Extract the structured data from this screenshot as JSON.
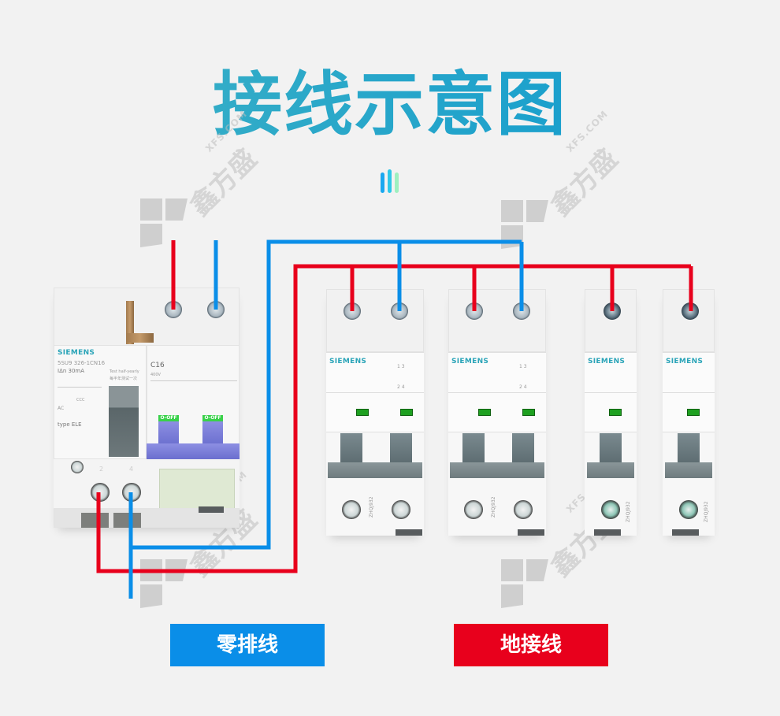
{
  "title": "接线示意图",
  "title_colors": {
    "start": "#40b3c4",
    "end": "#0d99d0"
  },
  "decor_bars": [
    {
      "color": "#1aa8f0"
    },
    {
      "color": "#2ec8e8"
    },
    {
      "color": "#9ef0c0"
    }
  ],
  "watermark": {
    "brand_text": "鑫方盛",
    "domain_text": "XFS.COM"
  },
  "wire_colors": {
    "neutral": "#0a8ee8",
    "earth": "#e8001c"
  },
  "breakers": [
    {
      "id": "rcbo-main",
      "brand": "SIEMENS",
      "model": "5SU9 326-1CN16",
      "sensitivity": "IΔn 30mA",
      "rating": "C16",
      "voltage": "400V",
      "test_note": "Test half-yearly",
      "test_note_cn": "每半年测试一次",
      "type_label": "type ELE",
      "ac_label": "AC",
      "cert_label": "CCC",
      "off_label": "O-OFF",
      "terminal_numbers": [
        "2",
        "4"
      ]
    },
    {
      "id": "mcb-2p-1",
      "brand": "SIEMENS",
      "pole_numbers_top": "1 3",
      "pole_numbers_bottom": "2 4",
      "side_code": "ZHQJ932"
    },
    {
      "id": "mcb-2p-2",
      "brand": "SIEMENS",
      "pole_numbers_top": "1 3",
      "pole_numbers_bottom": "2 4",
      "side_code": "ZHQJ932"
    },
    {
      "id": "mcb-1p-1",
      "brand": "SIEMENS",
      "side_code": "ZHQJ932"
    },
    {
      "id": "mcb-1p-2",
      "brand": "SIEMENS",
      "side_code": "ZHQJ932"
    }
  ],
  "legend": [
    {
      "label": "零排线",
      "color": "#0a8ee8",
      "meaning": "neutral"
    },
    {
      "label": "地接线",
      "color": "#e8001c",
      "meaning": "earth"
    }
  ]
}
